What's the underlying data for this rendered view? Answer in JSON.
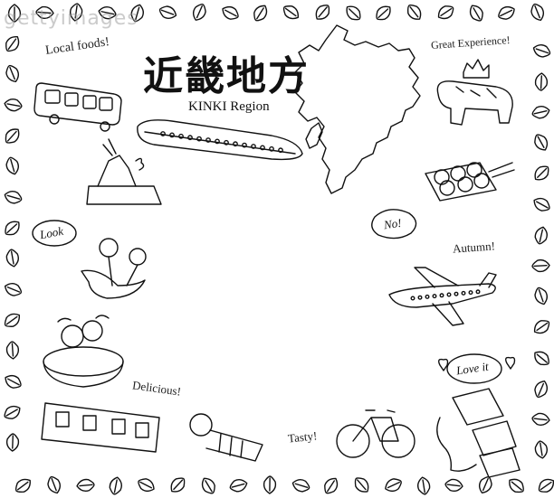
{
  "title_jp": "近畿地方",
  "subtitle_en": "KINKI Region",
  "watermark": "gettyimages",
  "labels": {
    "local_foods": "Local foods!",
    "great_experience": "Great Experience!",
    "autumn": "Autumn!",
    "delicious": "Delicious!",
    "tasty": "Tasty!"
  },
  "bubbles": {
    "look": "Look",
    "no": "No!",
    "love_it": "Love it"
  },
  "colors": {
    "ink": "#111111",
    "background": "#ffffff"
  }
}
